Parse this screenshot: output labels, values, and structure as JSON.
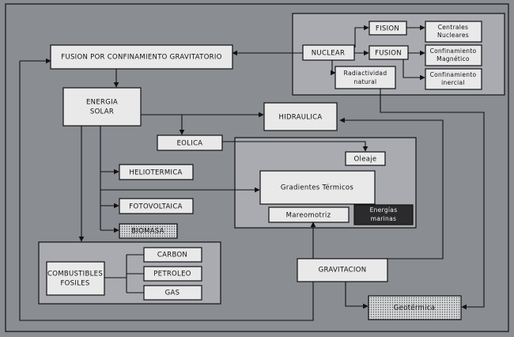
{
  "nodes": {
    "fusion_grav": "FUSION POR CONFINAMIENTO GRAVITATORIO",
    "energia_solar": [
      "ENERGIA",
      "SOLAR"
    ],
    "hidraulica": "HIDRAULICA",
    "eolica": "EOLICA",
    "oleaje": "Oleaje",
    "gradientes": "Gradientes Térmicos",
    "mareomotriz": "Mareomotriz",
    "energias_marinas": [
      "Energías",
      "marinas"
    ],
    "heliotermica": "HELIOTERMICA",
    "fotovoltaica": "FOTOVOLTAICA",
    "biomasa": "BIOMASA",
    "combustibles": [
      "COMBUSTIBLES",
      "FOSILES"
    ],
    "carbon": "CARBON",
    "petroleo": "PETROLEO",
    "gas": "GAS",
    "gravitacion": "GRAVITACION",
    "geotermica": "Geotérmica",
    "nuclear": "NUCLEAR",
    "fision": "FISION",
    "fusion": "FUSION",
    "radiactividad": [
      "Radiactividad",
      "natural"
    ],
    "centrales": [
      "Centrales",
      "Nucleares"
    ],
    "conf_magnetico": [
      "Confinamiento",
      "Magnético"
    ],
    "conf_inercial": [
      "Confinamiento",
      "inercial"
    ]
  },
  "colors": {
    "background": "#8a8d92",
    "box_fill": "#e9e9ea",
    "panel_fill": "#a9abb1",
    "dark_box_fill": "#2b2b2d",
    "dotted_fill": "#c9cacd"
  }
}
